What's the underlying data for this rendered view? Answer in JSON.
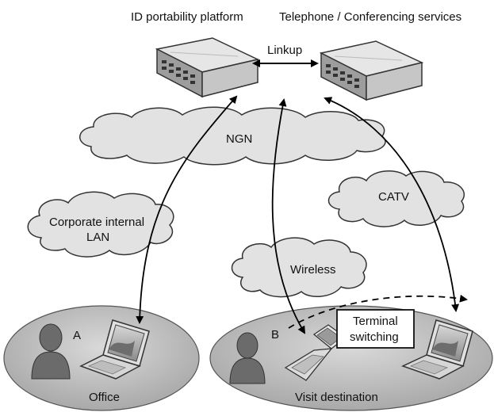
{
  "devices": {
    "platform_label": "ID portability platform",
    "services_label": "Telephone / Conferencing services",
    "link_label": "Linkup"
  },
  "clouds": {
    "ngn": "NGN",
    "corporate_lan_line1": "Corporate internal",
    "corporate_lan_line2": "LAN",
    "catv": "CATV",
    "wireless": "Wireless"
  },
  "locations": {
    "office": "Office",
    "visit": "Visit destination"
  },
  "users": {
    "a": "A",
    "b": "B"
  },
  "terminal_switching": {
    "line1": "Terminal",
    "line2": "switching"
  },
  "colors": {
    "cloud_fill": "#e2e2e2",
    "ellipse_fill": "#c4c4c4",
    "person_fill": "#6b6b6b",
    "device_top": "#e4e4e4",
    "device_side": "#a9a9a9",
    "arrow": "#000000"
  }
}
